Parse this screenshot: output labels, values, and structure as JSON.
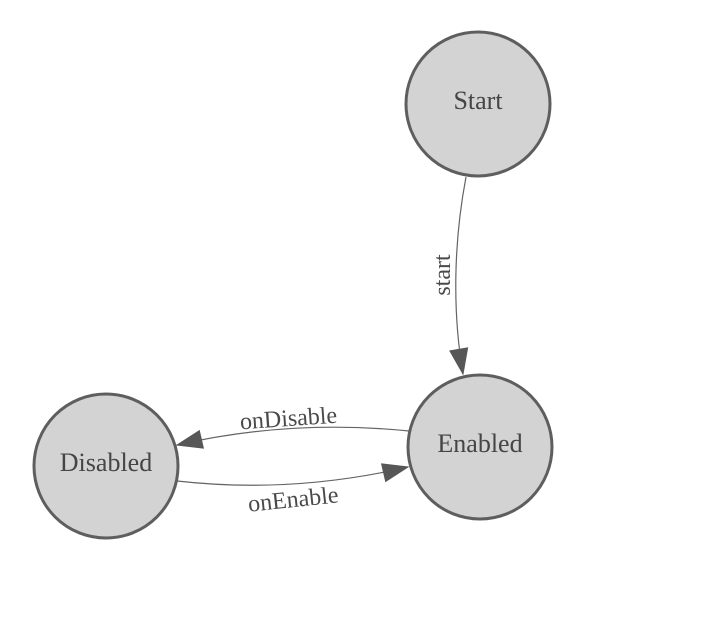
{
  "page": {
    "background": "#ffffff"
  },
  "diagram": {
    "type": "state-machine",
    "colors": {
      "node_fill": "#d3d3d3",
      "node_border": "#5e5e5e",
      "edge_line": "#646464",
      "arrowhead": "#575757",
      "node_label": "#454545",
      "edge_label": "#4a4a4a"
    },
    "nodes": [
      {
        "id": "start",
        "label": "Start"
      },
      {
        "id": "enabled",
        "label": "Enabled"
      },
      {
        "id": "disabled",
        "label": "Disabled"
      }
    ],
    "edges": [
      {
        "id": "start-to-enabled",
        "from": "Start",
        "to": "Enabled",
        "label": "start"
      },
      {
        "id": "enabled-to-disabled",
        "from": "Enabled",
        "to": "Disabled",
        "label": "onDisable"
      },
      {
        "id": "disabled-to-enabled",
        "from": "Disabled",
        "to": "Enabled",
        "label": "onEnable"
      }
    ]
  }
}
